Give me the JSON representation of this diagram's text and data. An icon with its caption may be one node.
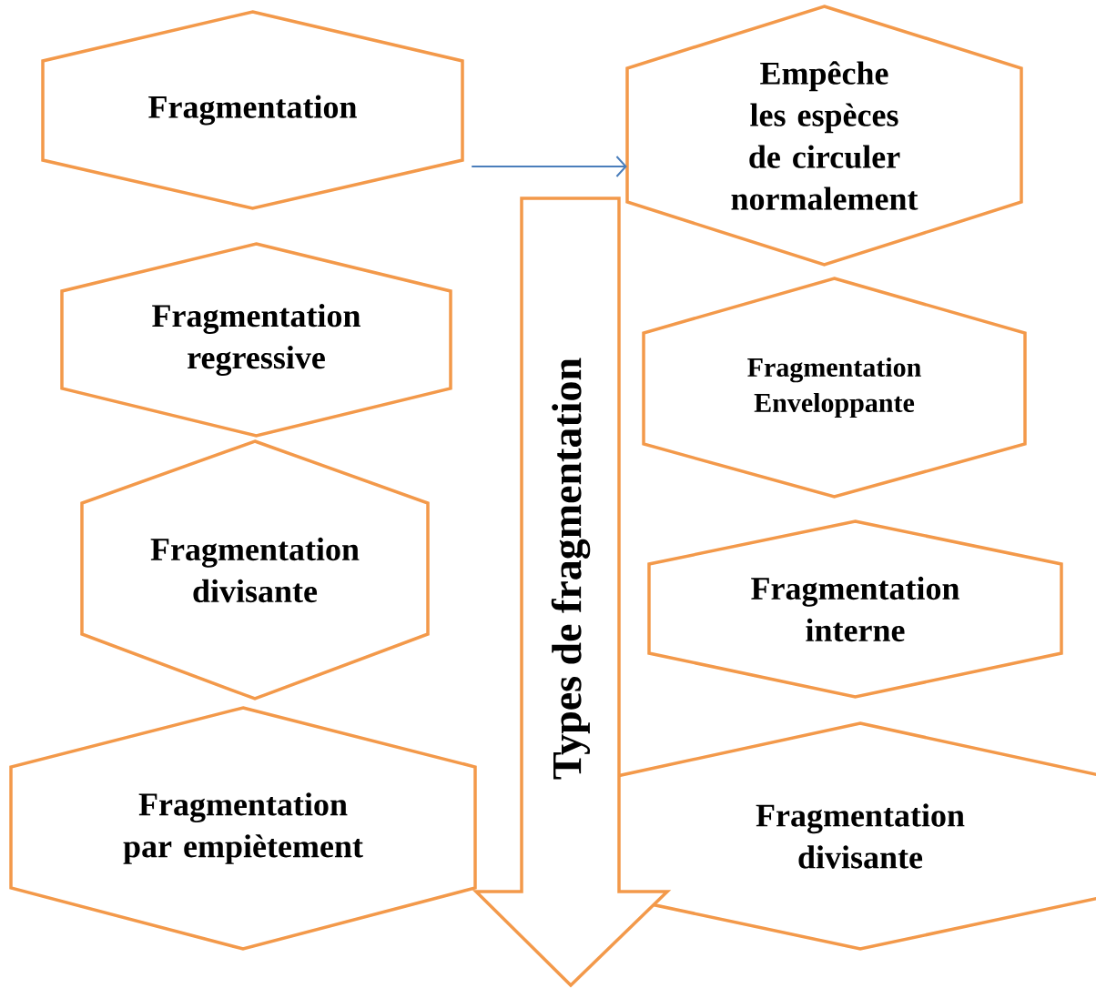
{
  "diagram": {
    "nodes": [
      {
        "text": [
          "Fragmentation"
        ]
      },
      {
        "text": [
          "Empêche les espèces de circuler normalement"
        ]
      },
      {
        "text": [
          "Fragmentation regressive"
        ]
      },
      {
        "text": [
          "Fragmentation Enveloppante"
        ]
      },
      {
        "text": [
          "Fragmentation divisante"
        ]
      },
      {
        "text": [
          "Fragmentation interne"
        ]
      },
      {
        "text": [
          "Fragmentation par empiètement"
        ]
      },
      {
        "text": [
          "Fragmentation divisante"
        ]
      },
      {
        "text": [
          "Types de fragmentation"
        ]
      }
    ],
    "edges": [
      {
        "from": 0,
        "to": 1,
        "arrow": "to",
        "color": "#4a7ebb"
      }
    ]
  }
}
